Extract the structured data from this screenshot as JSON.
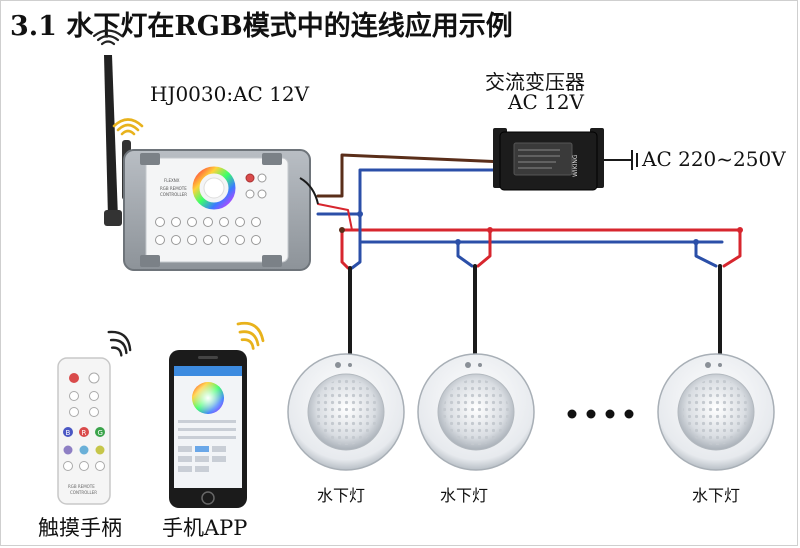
{
  "title": "3.1 水下灯在RGB模式中的连线应用示例",
  "controller": {
    "model_label": "HJ0030:AC 12V",
    "panel_brand": "FLEXNX",
    "panel_line1": "RGB REMOTE",
    "panel_line2": "CONTROLLER"
  },
  "transformer": {
    "label_line1": "交流变压器",
    "label_line2": "AC 12V",
    "brand": "WIKING"
  },
  "mains": {
    "label": "AC 220~250V"
  },
  "lamps": [
    {
      "label": "水下灯"
    },
    {
      "label": "水下灯"
    },
    {
      "label": "水下灯"
    }
  ],
  "remote": {
    "label": "触摸手柄",
    "btn_r": "R",
    "btn_g": "G",
    "btn_b": "B",
    "footer1": "RGB REMOTE",
    "footer2": "CONTROLLER"
  },
  "phone": {
    "label": "手机APP"
  },
  "colors": {
    "wire_red": "#d7262e",
    "wire_blue": "#2b4fa8",
    "wire_brown": "#5a2e1a",
    "wire_black": "#1a1a1a",
    "transformer_body": "#1c1c1c"
  }
}
